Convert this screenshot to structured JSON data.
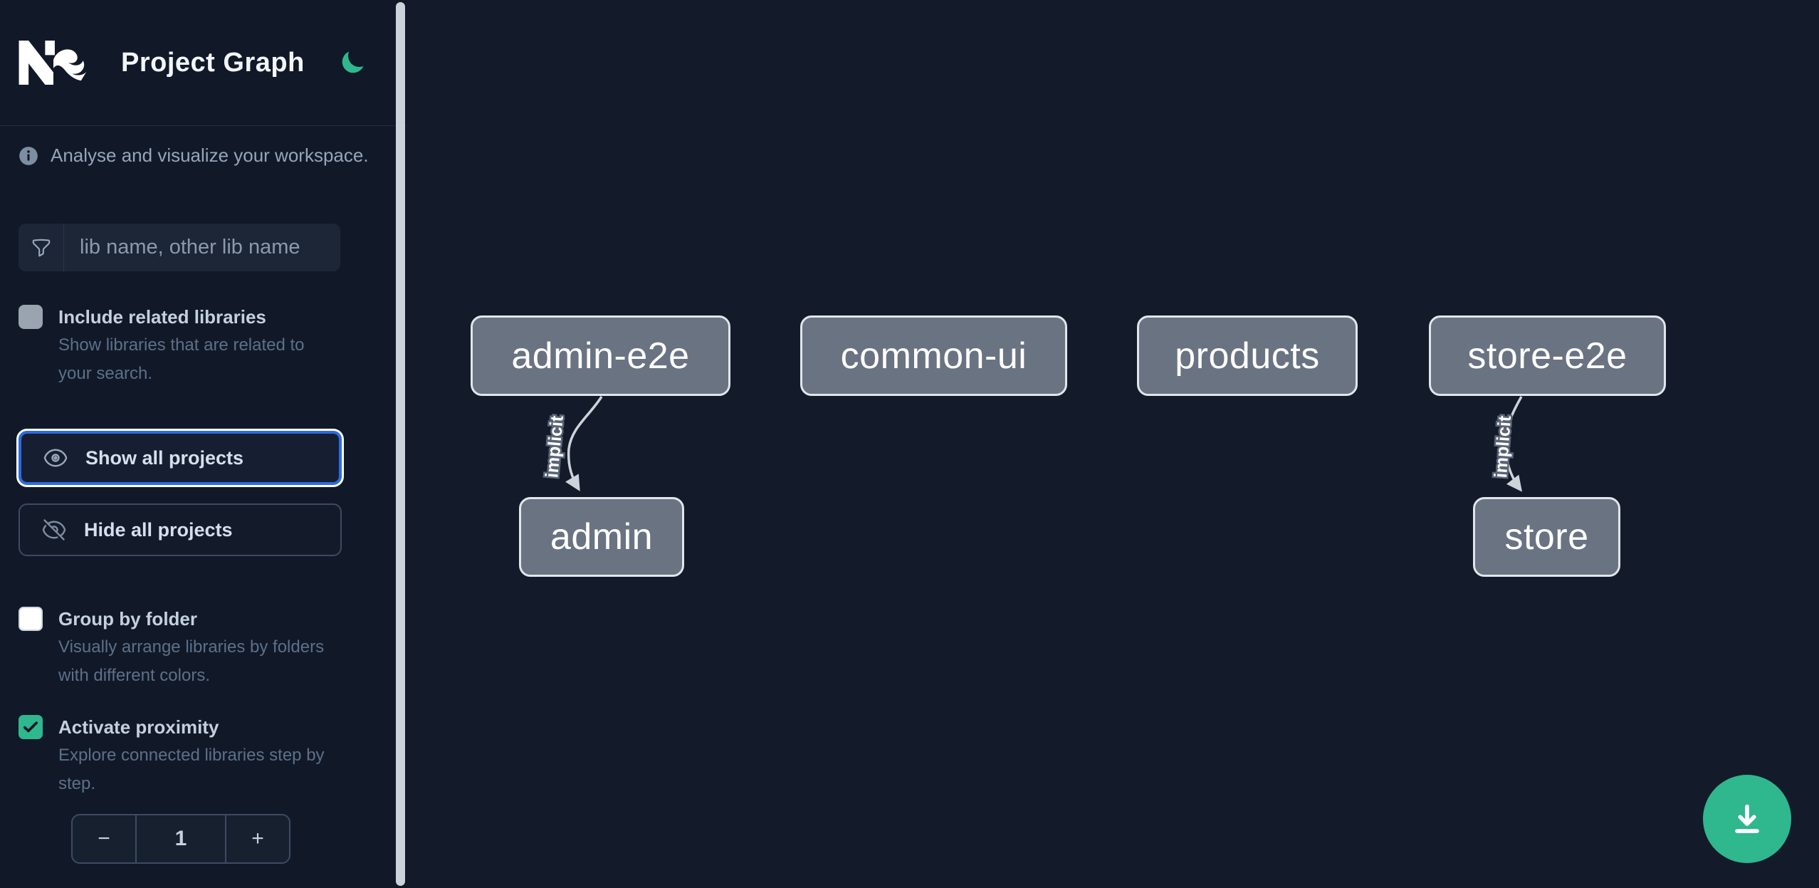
{
  "header": {
    "title": "Project Graph"
  },
  "sidebar": {
    "tagline": "Analyse and visualize your workspace.",
    "search": {
      "placeholder": "lib name, other lib name"
    },
    "include_related": {
      "label": "Include related libraries",
      "description": "Show libraries that are related to your search.",
      "checked": false
    },
    "actions": {
      "show_all_label": "Show all projects",
      "hide_all_label": "Hide all projects"
    },
    "group_by_folder": {
      "label": "Group by folder",
      "description": "Visually arrange libraries by folders with different colors.",
      "checked": false
    },
    "activate_proximity": {
      "label": "Activate proximity",
      "description": "Explore connected libraries step by step.",
      "checked": true
    },
    "proximity_stepper": {
      "decrement": "−",
      "value": "1",
      "increment": "+"
    }
  },
  "graph": {
    "nodes": [
      {
        "label": "admin-e2e"
      },
      {
        "label": "common-ui"
      },
      {
        "label": "products"
      },
      {
        "label": "store-e2e"
      },
      {
        "label": "admin"
      },
      {
        "label": "store"
      }
    ],
    "edges": [
      {
        "from": "admin-e2e",
        "to": "admin",
        "label": "implicit"
      },
      {
        "from": "store-e2e",
        "to": "store",
        "label": "implicit"
      }
    ]
  },
  "colors": {
    "accent_green": "#2fb78e",
    "focus_blue": "#2d6be2",
    "node_fill": "#6a7382",
    "node_border": "#e1e6ec",
    "edge": "#ccd3db",
    "background": "#121a29"
  }
}
